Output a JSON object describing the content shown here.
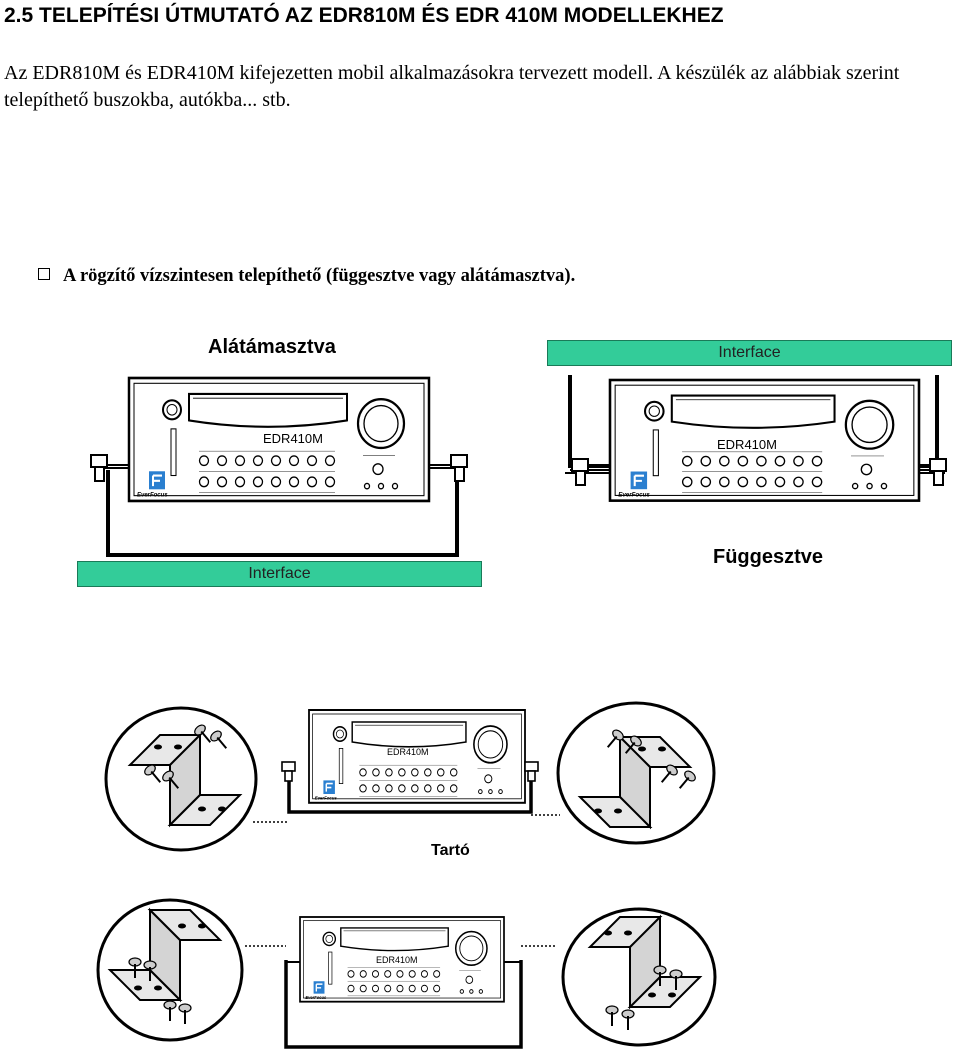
{
  "document": {
    "heading": "2.5 TELEPÍTÉSI ÚTMUTATÓ AZ EDR810M ÉS EDR 410M MODELLEKHEZ",
    "intro": "Az EDR810M és EDR410M kifejezetten mobil alkalmazásokra tervezett modell. A készülék az alábbiak szerint telepíthető buszokba, autókba... stb.",
    "bullet": "A rögzítő vízszintesen telepíthető (függesztve vagy alátámasztva)."
  },
  "figure_top": {
    "supported_label": "Alátámasztva",
    "hanging_label": "Függesztve",
    "interface_top": "Interface",
    "interface_bottom": "Interface",
    "device_model_left": "EDR410M",
    "device_model_right": "EDR410M",
    "brand": "EverFocus"
  },
  "figure_bottom": {
    "bracket_label": "Tartó",
    "device_model_upper": "EDR410M",
    "device_model_lower": "EDR410M",
    "brand": "EverFocus"
  },
  "colors": {
    "interface_fill": "#33cc99",
    "brand_blue": "#2a7fd0",
    "bracket_fill": "#e0e0e0"
  },
  "icons": [
    "checkbox-bullet-icon",
    "everfocus-logo-icon",
    "dvr-device-icon",
    "mounting-bracket-icon",
    "screw-icon"
  ]
}
